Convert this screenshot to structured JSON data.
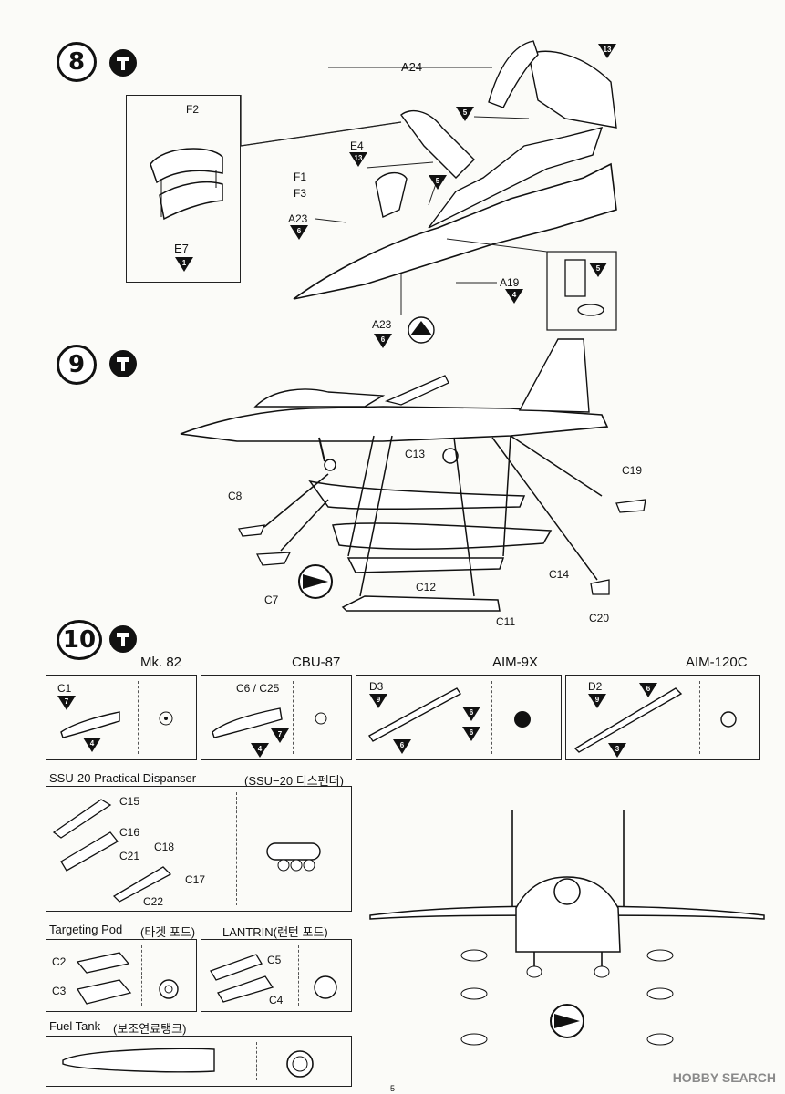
{
  "steps": {
    "s8": {
      "number": "8",
      "glue_icon": "cement-bottle-icon"
    },
    "s9": {
      "number": "9",
      "glue_icon": "cement-bottle-icon"
    },
    "s10": {
      "number": "10",
      "glue_icon": "cement-bottle-icon"
    }
  },
  "step8": {
    "labels": {
      "f2": "F2",
      "e7": "E7",
      "a24": "A24",
      "e4": "E4",
      "f1": "F1",
      "f3": "F3",
      "a23a": "A23",
      "a23b": "A23",
      "a19": "A19"
    },
    "colors": {
      "e7": "1",
      "a23a": "6",
      "a23b": "6",
      "e4": "13",
      "f1": "5",
      "a19": "4",
      "a24": "5",
      "top": "13",
      "inset": "5"
    }
  },
  "step9": {
    "labels": {
      "c13": "C13",
      "c19": "C19",
      "c8": "C8",
      "c7": "C7",
      "c12": "C12",
      "c14": "C14",
      "c11": "C11",
      "c20": "C20"
    }
  },
  "weapons": {
    "mk82": {
      "title": "Mk. 82",
      "part": "C1",
      "c1": "7",
      "c2": "4"
    },
    "cbu87": {
      "title": "CBU-87",
      "part": "C6 / C25",
      "c1": "7",
      "c2": "4"
    },
    "aim9x": {
      "title": "AIM-9X",
      "part": "D3",
      "c1": "9",
      "c2": "6",
      "c3": "6",
      "c4": "6"
    },
    "aim120c": {
      "title": "AIM-120C",
      "part": "D2",
      "c1": "9",
      "c2": "6",
      "c3": "3"
    }
  },
  "ssu20": {
    "title": "SSU-20 Practical Dispanser",
    "title_kr": "(SSU−20 디스펜더)",
    "parts": {
      "c15": "C15",
      "c16": "C16",
      "c21": "C21",
      "c18": "C18",
      "c17": "C17",
      "c22": "C22"
    }
  },
  "pods": {
    "targeting_title": "Targeting Pod",
    "targeting_kr": "(타겟 포드)",
    "lantrin_title": "LANTRIN(랜턴 포드)",
    "parts": {
      "c2": "C2",
      "c3": "C3",
      "c5": "C5",
      "c4": "C4"
    }
  },
  "fuel": {
    "title": "Fuel Tank",
    "title_kr": "(보조연료탱크)"
  },
  "watermark": "HOBBY SEARCH",
  "page_mark": "5"
}
